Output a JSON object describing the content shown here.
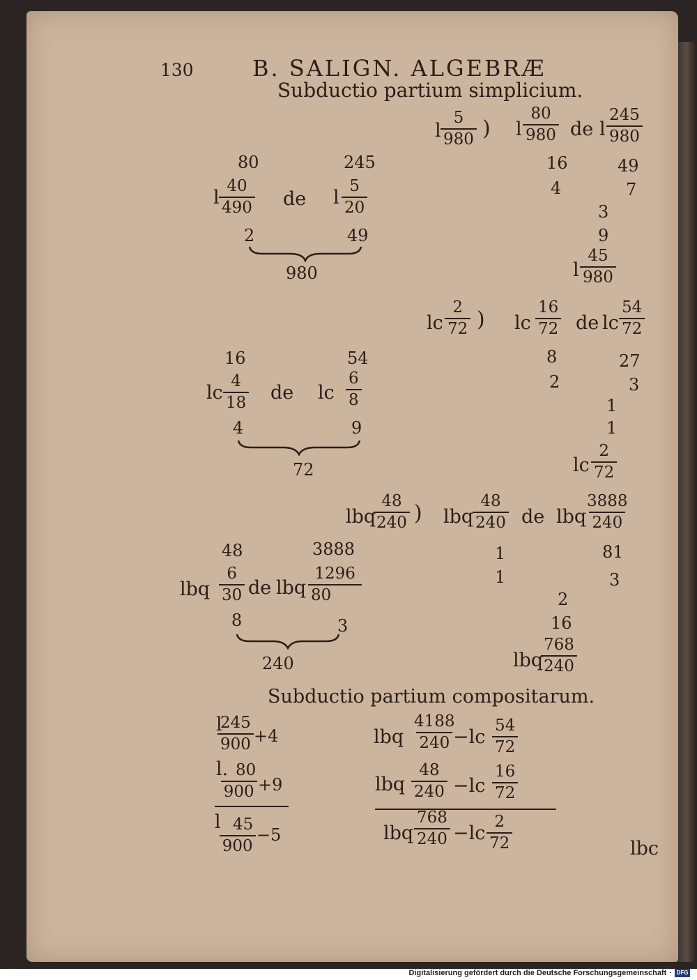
{
  "header": {
    "page_number": "130",
    "running_title": "B. SALIGN. ALGEBRÆ",
    "section1_title": "Subductio partium simplicium.",
    "section2_title": "Subductio partium compositarum."
  },
  "block1": {
    "top_num_left": "80",
    "top_num_right": "245",
    "left_prefix": "l",
    "left_frac": {
      "num": "40",
      "den": "490"
    },
    "de": "de",
    "right_prefix": "l",
    "right_frac": {
      "num": "5",
      "den": "20"
    },
    "bottom_left": "2",
    "bottom_right": "49",
    "brace_result": "980",
    "result_prefix": "l",
    "result_frac": {
      "num": "5",
      "den": "980"
    },
    "eq_left_prefix": "l",
    "eq_left_frac": {
      "num": "80",
      "den": "980"
    },
    "eq_de": "de",
    "eq_right_prefix": "l",
    "eq_right_frac": {
      "num": "245",
      "den": "980"
    },
    "col1": [
      "16",
      "4"
    ],
    "col2": [
      "49",
      "7",
      "3",
      "9"
    ],
    "final_prefix": "l",
    "final_frac": {
      "num": "45",
      "den": "980"
    }
  },
  "block2": {
    "top_num_left": "16",
    "top_num_right": "54",
    "left_prefix": "lc",
    "left_frac": {
      "num": "4",
      "den": "18"
    },
    "de": "de",
    "right_prefix": "lc",
    "right_frac": {
      "num": "6",
      "den": "8"
    },
    "bottom_left": "4",
    "bottom_right": "9",
    "brace_result": "72",
    "result_prefix": "lc",
    "result_frac": {
      "num": "2",
      "den": "72"
    },
    "eq_left_prefix": "lc",
    "eq_left_frac": {
      "num": "16",
      "den": "72"
    },
    "eq_de": "de",
    "eq_right_prefix": "lc",
    "eq_right_frac": {
      "num": "54",
      "den": "72"
    },
    "col1": [
      "8",
      "2"
    ],
    "col2": [
      "27",
      "3",
      "1",
      "1"
    ],
    "final_prefix": "lc",
    "final_frac": {
      "num": "2",
      "den": "72"
    }
  },
  "block3": {
    "top_num_left": "48",
    "top_num_right": "3888",
    "left_prefix": "lbq",
    "left_frac": {
      "num": "6",
      "den": "30"
    },
    "de": "de",
    "right_prefix": "lbq",
    "right_frac": {
      "num": "1296",
      "den": "80"
    },
    "bottom_left": "8",
    "bottom_right": "3",
    "brace_result": "240",
    "result_prefix": "lbq",
    "result_frac": {
      "num": "48",
      "den": "240"
    },
    "eq_left_prefix": "lbq",
    "eq_left_frac": {
      "num": "48",
      "den": "240"
    },
    "eq_de": "de",
    "eq_right_prefix": "lbq",
    "eq_right_frac": {
      "num": "3888",
      "den": "240"
    },
    "col1": [
      "1",
      "1"
    ],
    "col2": [
      "81",
      "3"
    ],
    "col3": [
      "2",
      "16"
    ],
    "final_prefix": "lbq",
    "final_frac": {
      "num": "768",
      "den": "240"
    }
  },
  "compound_left": {
    "row1_prefix": "l",
    "row1_frac": {
      "num": "245",
      "den": "900"
    },
    "row1_tail": "+4",
    "row2_prefix": "l.",
    "row2_frac": {
      "num": "80",
      "den": "900"
    },
    "row2_tail": "+9",
    "row3_prefix": "l",
    "row3_frac": {
      "num": "45",
      "den": "900"
    },
    "row3_tail": "−5"
  },
  "compound_right": {
    "row1_a_prefix": "lbq",
    "row1_a_frac": {
      "num": "4188",
      "den": "240"
    },
    "row1_b_prefix": "−lc",
    "row1_b_frac": {
      "num": "54",
      "den": "72"
    },
    "row2_a_prefix": "lbq",
    "row2_a_frac": {
      "num": "48",
      "den": "240"
    },
    "row2_b_prefix": "−lc",
    "row2_b_frac": {
      "num": "16",
      "den": "72"
    },
    "row3_a_prefix": "lbq",
    "row3_a_frac": {
      "num": "768",
      "den": "240"
    },
    "row3_b_prefix": "−lc",
    "row3_b_frac": {
      "num": "2",
      "den": "72"
    }
  },
  "catchword": "lbc",
  "footer": {
    "text": "Digitalisierung gefördert durch die Deutsche Forschungsgemeinschaft",
    "logo_text": "DFG"
  }
}
